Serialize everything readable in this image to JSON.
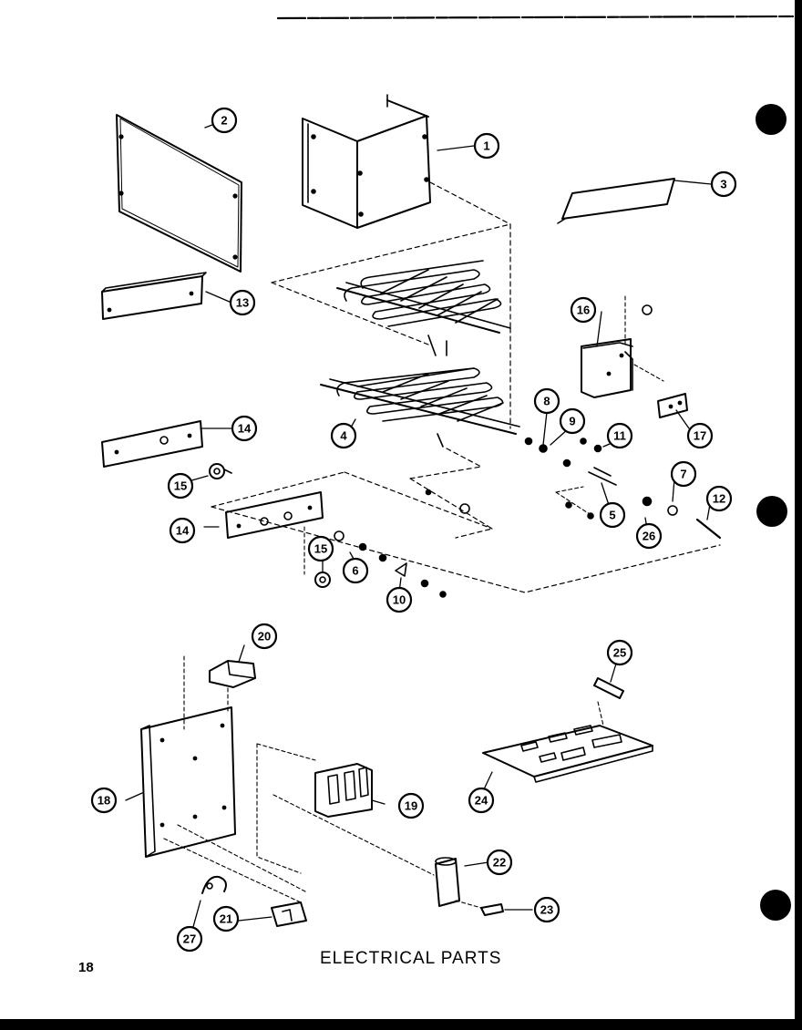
{
  "caption": "ELECTRICAL PARTS",
  "page_number": "18",
  "callouts": [
    "1",
    "2",
    "3",
    "4",
    "5",
    "6",
    "7",
    "8",
    "9",
    "10",
    "11",
    "12",
    "13",
    "14",
    "14",
    "15",
    "15",
    "16",
    "17",
    "18",
    "19",
    "20",
    "21",
    "22",
    "23",
    "24",
    "25",
    "26",
    "27"
  ],
  "colors": {
    "ink": "#000000",
    "paper": "#ffffff"
  }
}
